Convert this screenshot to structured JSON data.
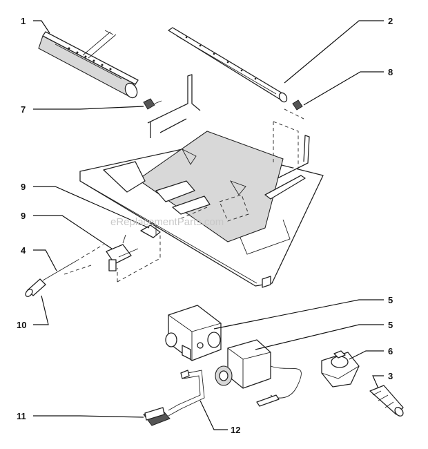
{
  "watermark": "eReplacementParts.com",
  "callouts": {
    "c1": "1",
    "c2": "2",
    "c3": "3",
    "c4": "4",
    "c5a": "5",
    "c5b": "5",
    "c6": "6",
    "c7": "7",
    "c8": "8",
    "c9a": "9",
    "c9b": "9",
    "c10": "10",
    "c11": "11",
    "c12": "12"
  },
  "colors": {
    "line": "#222222",
    "background": "#ffffff",
    "watermark": "#c8c8c8"
  }
}
